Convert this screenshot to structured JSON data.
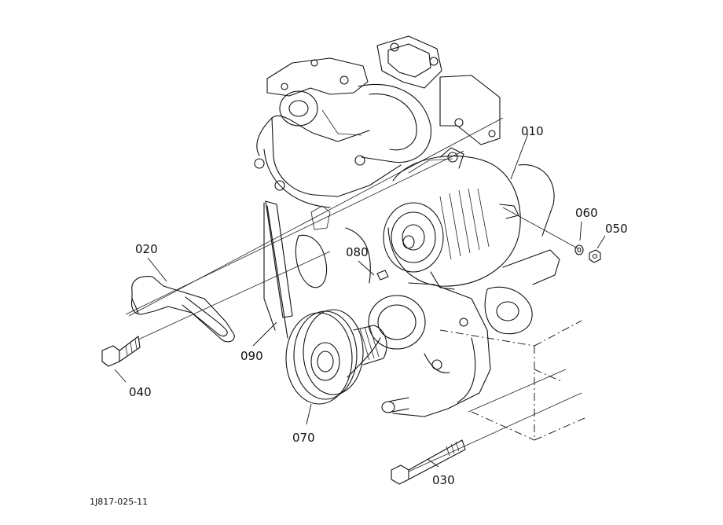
{
  "parts": [
    {
      "id": "p010",
      "label": "010"
    },
    {
      "id": "p020",
      "label": "020"
    },
    {
      "id": "p030",
      "label": "030"
    },
    {
      "id": "p040",
      "label": "040"
    },
    {
      "id": "p050",
      "label": "050"
    },
    {
      "id": "p060",
      "label": "060"
    },
    {
      "id": "p070",
      "label": "070"
    },
    {
      "id": "p080",
      "label": "080"
    },
    {
      "id": "p090",
      "label": "090"
    }
  ],
  "drawing_ref": "1J817-025-11"
}
